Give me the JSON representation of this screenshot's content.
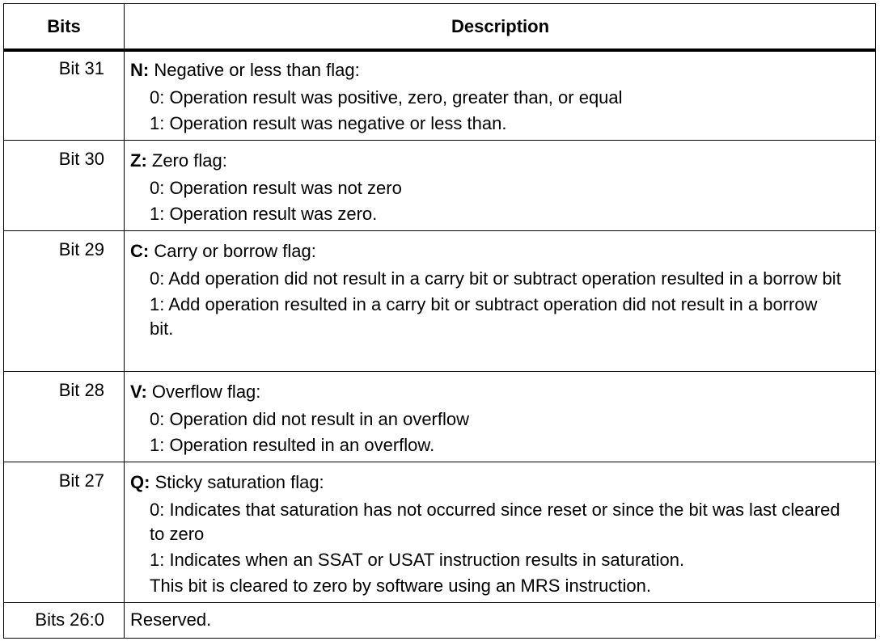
{
  "header": {
    "bits": "Bits",
    "description": "Description"
  },
  "rows": [
    {
      "bits": "Bit 31",
      "flag": "N:",
      "title": " Negative or less than flag:",
      "lines": [
        "0: Operation result was positive, zero, greater than, or equal",
        "1: Operation result was negative or less than."
      ]
    },
    {
      "bits": "Bit 30",
      "flag": "Z:",
      "title": " Zero flag:",
      "lines": [
        "0: Operation result was not zero",
        "1: Operation result was zero."
      ]
    },
    {
      "bits": "Bit 29",
      "flag": "C:",
      "title": " Carry or borrow flag:",
      "lines": [
        "0: Add operation did not result in a carry bit or subtract operation resulted in a borrow bit",
        "1: Add operation resulted in a carry bit or subtract operation did not result in a borrow bit."
      ]
    },
    {
      "bits": "Bit 28",
      "flag": "V:",
      "title": " Overflow flag:",
      "lines": [
        "0: Operation did not result in an overflow",
        "1: Operation resulted in an overflow."
      ]
    },
    {
      "bits": "Bit 27",
      "flag": "Q:",
      "title": " Sticky saturation flag:",
      "lines": [
        "0: Indicates that saturation has not occurred since reset or since the bit was last cleared to zero",
        "1: Indicates when an SSAT or USAT instruction results in saturation.",
        "This bit is cleared to zero by software using an MRS instruction."
      ]
    },
    {
      "bits": "Bits 26:0",
      "flag": "",
      "title": "Reserved.",
      "lines": []
    }
  ]
}
